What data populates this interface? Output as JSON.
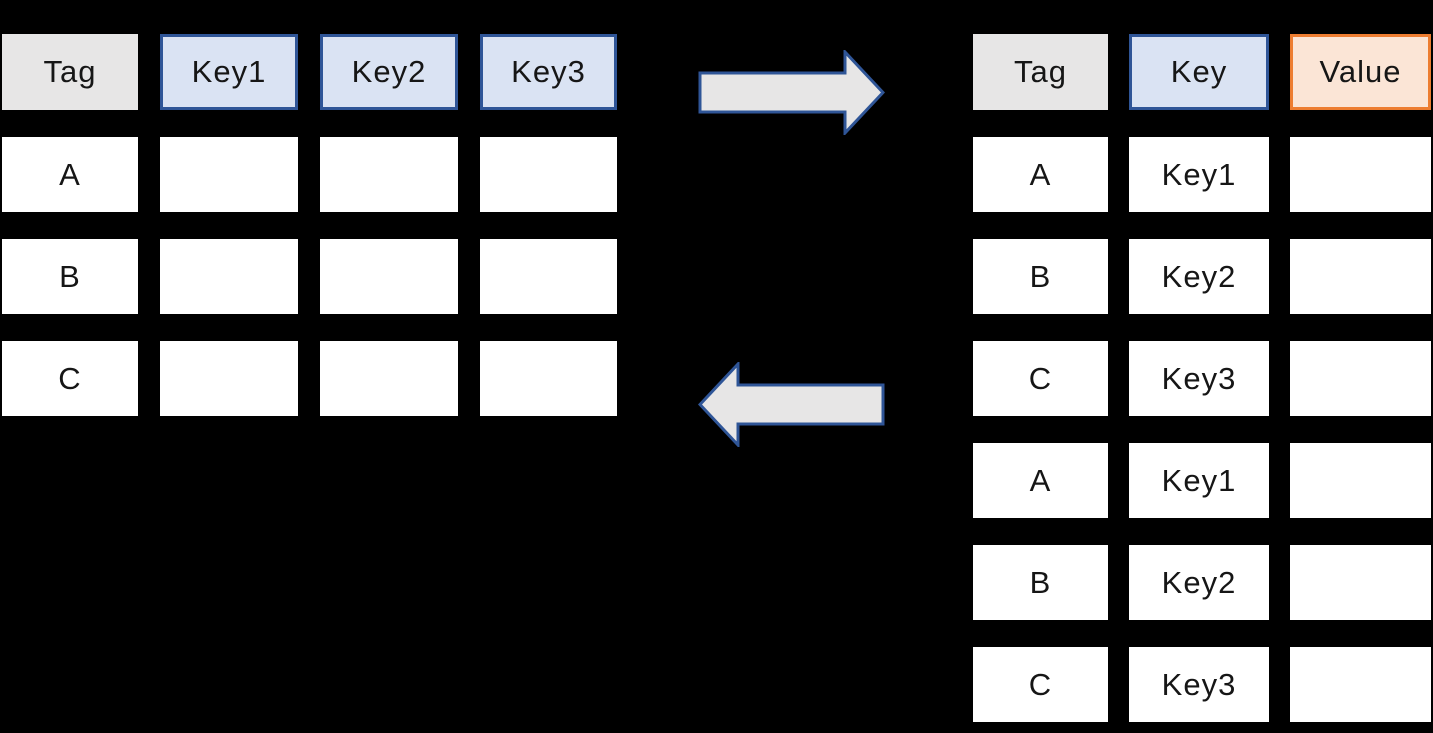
{
  "diagram": {
    "description": "Wide table to long (key-value) table transformation diagram",
    "colors": {
      "background": "#000000",
      "header_gray_fill": "#e7e6e6",
      "header_blue_fill": "#dae3f3",
      "header_blue_border": "#2f5597",
      "header_orange_fill": "#fbe5d6",
      "header_orange_border": "#ed7d31",
      "cell_fill": "#ffffff",
      "arrow_fill": "#e7e6e6",
      "arrow_border": "#2f5597",
      "text": "#161616"
    },
    "wide_table": {
      "headers": [
        {
          "label": "Tag",
          "style": "gray"
        },
        {
          "label": "Key1",
          "style": "blue"
        },
        {
          "label": "Key2",
          "style": "blue"
        },
        {
          "label": "Key3",
          "style": "blue"
        }
      ],
      "rows": [
        {
          "cells": [
            "A",
            "",
            "",
            ""
          ]
        },
        {
          "cells": [
            "B",
            "",
            "",
            ""
          ]
        },
        {
          "cells": [
            "C",
            "",
            "",
            ""
          ]
        }
      ]
    },
    "long_table": {
      "headers": [
        {
          "label": "Tag",
          "style": "gray"
        },
        {
          "label": "Key",
          "style": "blue"
        },
        {
          "label": "Value",
          "style": "orange"
        }
      ],
      "rows": [
        {
          "cells": [
            "A",
            "Key1",
            ""
          ]
        },
        {
          "cells": [
            "B",
            "Key2",
            ""
          ]
        },
        {
          "cells": [
            "C",
            "Key3",
            ""
          ]
        },
        {
          "cells": [
            "A",
            "Key1",
            ""
          ]
        },
        {
          "cells": [
            "B",
            "Key2",
            ""
          ]
        },
        {
          "cells": [
            "C",
            "Key3",
            ""
          ]
        }
      ]
    },
    "arrows": [
      {
        "direction": "right",
        "meaning": "wide-to-long transformation"
      },
      {
        "direction": "left",
        "meaning": "long-to-wide transformation"
      }
    ]
  }
}
